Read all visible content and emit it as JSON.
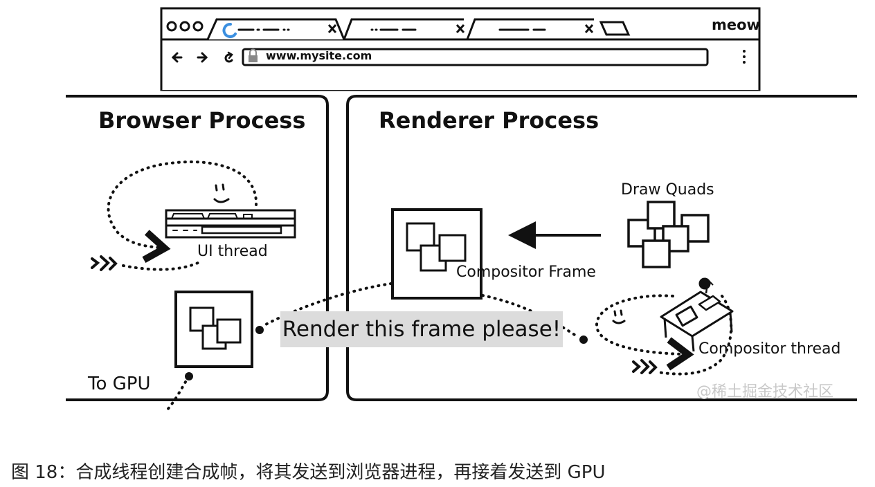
{
  "browser": {
    "menu_label": "meow",
    "url": "www.mysite.com"
  },
  "browser_process": {
    "title": "Browser Process",
    "ui_thread_label": "UI thread",
    "to_gpu_label": "To GPU"
  },
  "renderer_process": {
    "title": "Renderer Process",
    "draw_quads_label": "Draw Quads",
    "compositor_frame_label": "Compositor Frame",
    "compositor_thread_label": "Compositor thread"
  },
  "message": "Render this frame please!",
  "watermark": "@稀土掘金技术社区",
  "caption": "图 18：合成线程创建合成帧，将其发送到浏览器进程，再接着发送到 GPU"
}
